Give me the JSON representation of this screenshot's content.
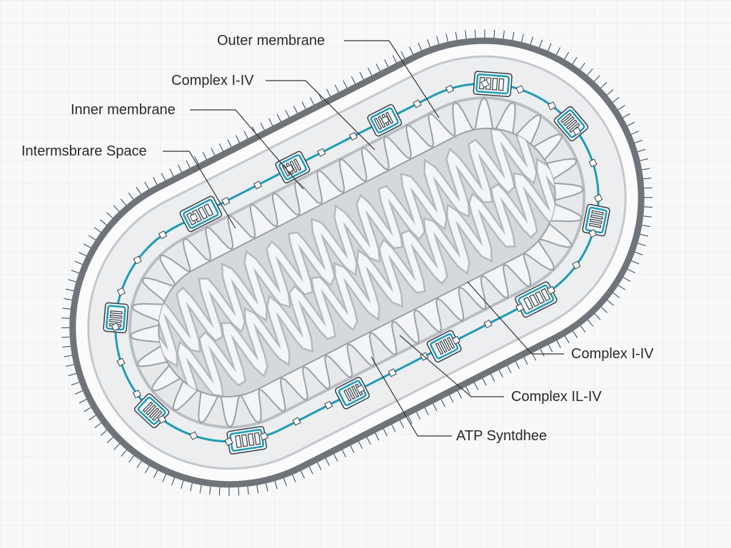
{
  "diagram": {
    "colors": {
      "background": "#f7f8f9",
      "grid": "#e1e4e8",
      "outer_membrane": "#6f747a",
      "intermembrane_space": "#eceef0",
      "inner_membrane": "#b9bec4",
      "matrix": "#d6d9dc",
      "cristae_fill": "#f4f5f6",
      "cristae_stroke": "#9aa0a6",
      "complex_accent": "#1e9bb5",
      "complex_dark": "#3a3f44",
      "label_text": "#2a2a2a"
    },
    "labels": {
      "outer_membrane": "Outer membrane",
      "complex_top": "Complex I-IV",
      "inner_membrane": "Inner membrane",
      "intermembrane_space": "Intermsbrare Space",
      "complex_right_1": "Complex I-IV",
      "complex_right_2": "Complex IL-IV",
      "atp_synthase": "ATP Syntdhee"
    }
  }
}
